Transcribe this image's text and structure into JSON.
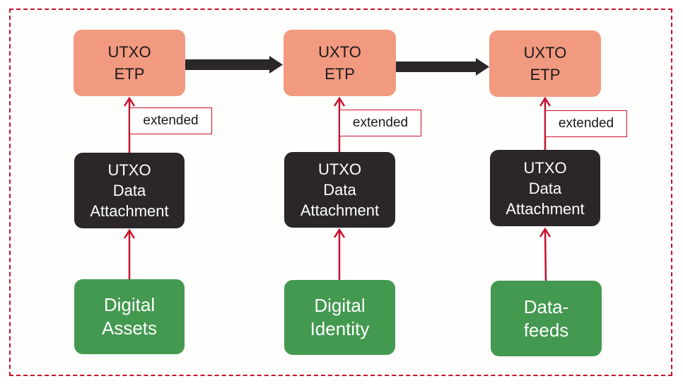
{
  "colors": {
    "etp_fill": "#f29a80",
    "attachment_fill": "#2b2629",
    "source_fill": "#43994f",
    "arrow_red": "#c8102e",
    "arrow_dark": "#2b2629",
    "frame_border": "#c8102e"
  },
  "columns": [
    {
      "etp": [
        "UTXO",
        "ETP"
      ],
      "edge_label": "extended",
      "attachment": [
        "UTXO",
        "Data",
        "Attachment"
      ],
      "source": [
        "Digital",
        "Assets"
      ]
    },
    {
      "etp": [
        "UXTO",
        "ETP"
      ],
      "edge_label": "extended",
      "attachment": [
        "UTXO",
        "Data",
        "Attachment"
      ],
      "source": [
        "Digital",
        "Identity"
      ]
    },
    {
      "etp": [
        "UXTO",
        "ETP"
      ],
      "edge_label": "extended",
      "attachment": [
        "UTXO",
        "Data",
        "Attachment"
      ],
      "source": [
        "Data-",
        "feeds"
      ]
    }
  ]
}
